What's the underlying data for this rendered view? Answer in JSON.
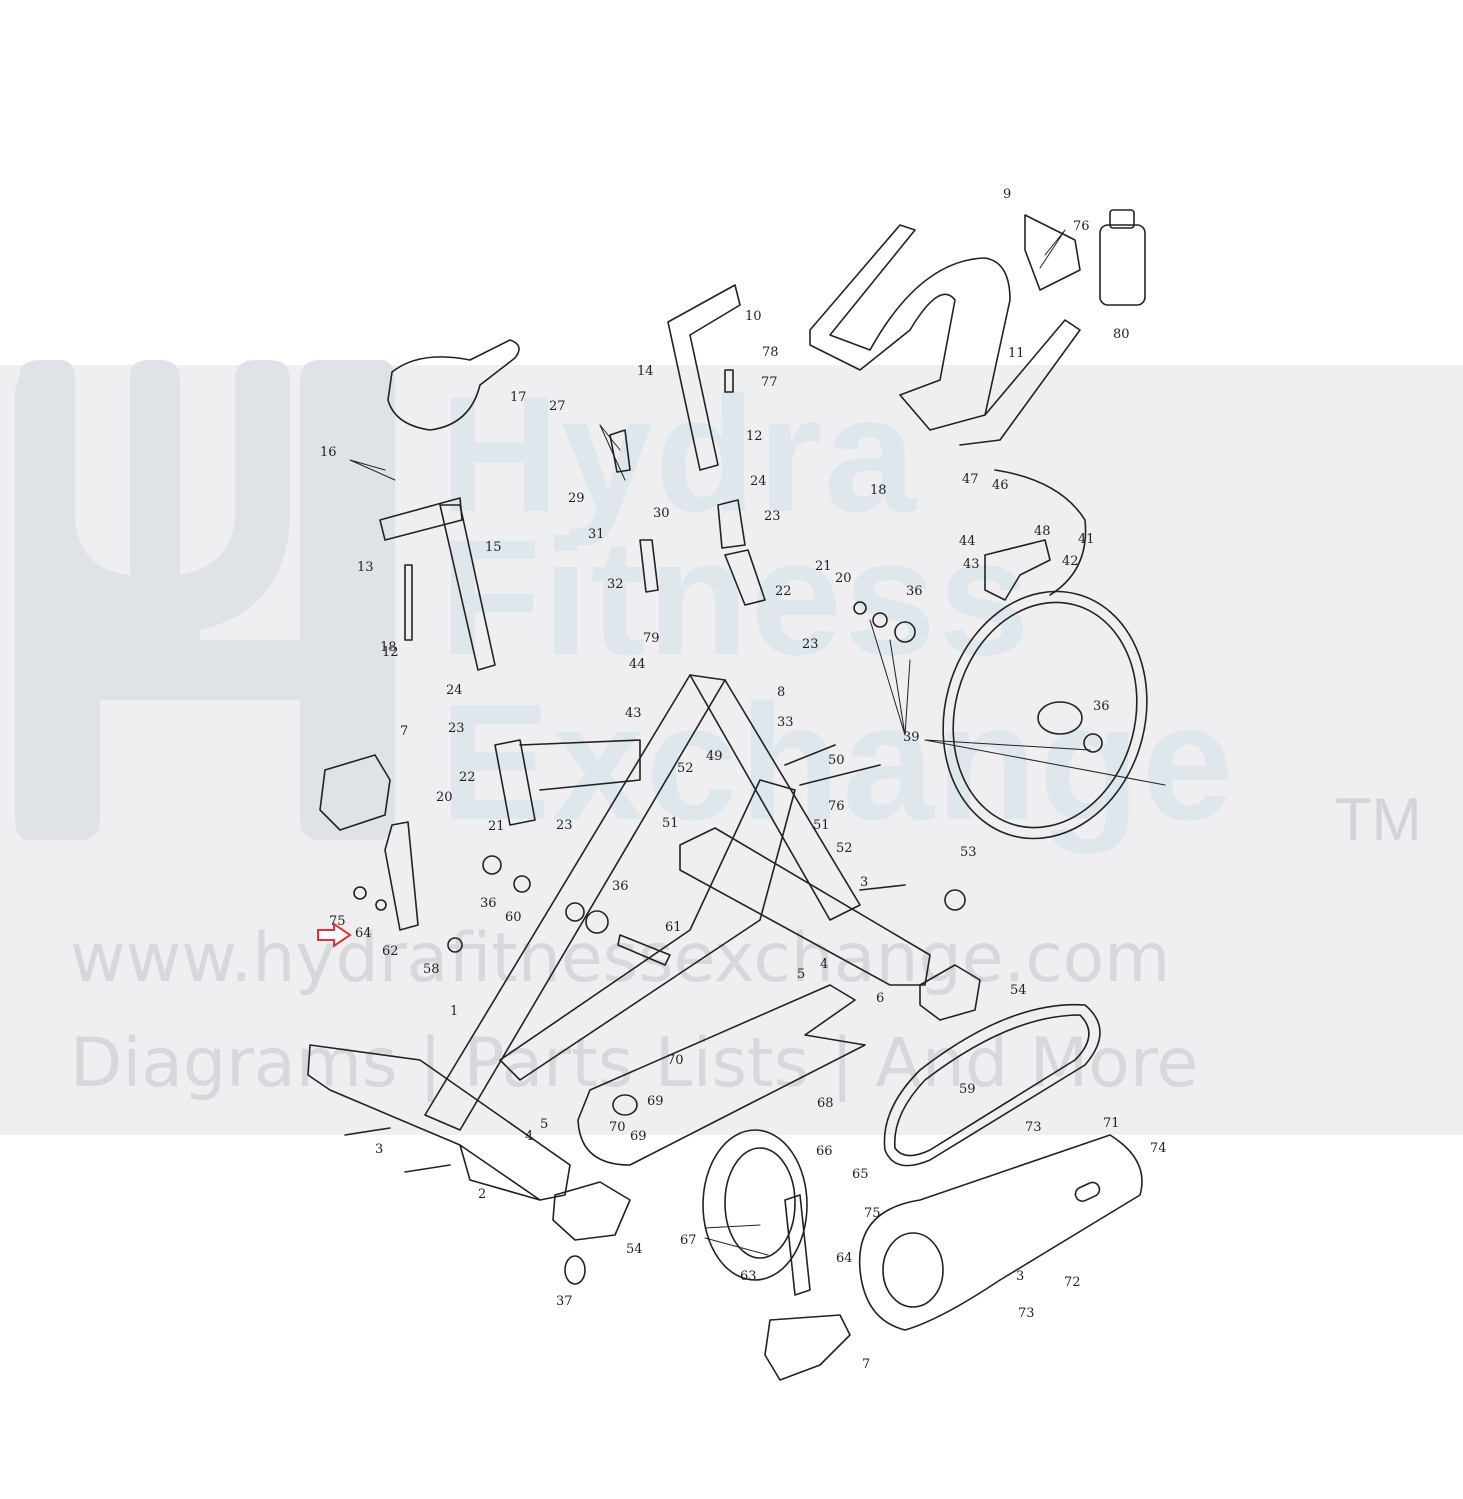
{
  "watermark": {
    "brand_line1": "Hydra",
    "brand_line2": "Fitness",
    "brand_line3": "Exchange",
    "trademark": "TM",
    "url": "www.hydrafitnessexchange.com",
    "tagline": "Diagrams | Parts Lists | And More",
    "color": "#dfe6ec"
  },
  "highlight": {
    "icon": "red-outline-arrow",
    "color": "#e0323c",
    "target_part": "64"
  },
  "parts": [
    "1",
    "2",
    "3",
    "3",
    "3",
    "4",
    "4",
    "5",
    "5",
    "6",
    "7",
    "7",
    "8",
    "9",
    "10",
    "11",
    "12",
    "12",
    "13",
    "14",
    "15",
    "16",
    "17",
    "18",
    "18",
    "20",
    "20",
    "21",
    "21",
    "22",
    "22",
    "23",
    "23",
    "23",
    "23",
    "24",
    "24",
    "27",
    "29",
    "30",
    "31",
    "32",
    "33",
    "36",
    "36",
    "36",
    "36",
    "37",
    "39",
    "41",
    "42",
    "43",
    "43",
    "44",
    "44",
    "46",
    "47",
    "48",
    "49",
    "50",
    "51",
    "51",
    "52",
    "52",
    "53",
    "54",
    "54",
    "58",
    "59",
    "60",
    "61",
    "62",
    "63",
    "64",
    "64",
    "65",
    "66",
    "67",
    "68",
    "69",
    "69",
    "70",
    "70",
    "71",
    "72",
    "73",
    "73",
    "74",
    "75",
    "75",
    "76",
    "76",
    "77",
    "78",
    "79",
    "80"
  ]
}
